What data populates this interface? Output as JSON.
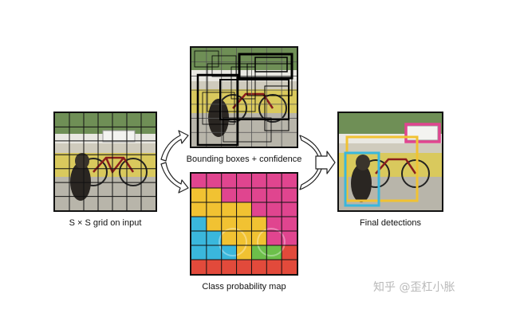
{
  "captions": {
    "grid_input": "S × S grid on input",
    "bounding_boxes": "Bounding boxes + confidence",
    "class_map": "Class probability map",
    "final_detections": "Final detections"
  },
  "watermark": "知乎 @歪杠小胀",
  "grid_size": 7,
  "colors": {
    "magenta": "#e0458f",
    "yellow": "#f1c232",
    "cyan": "#3ab7dc",
    "green": "#6cbf4a",
    "red": "#e24a3b",
    "frame": "#111111"
  },
  "class_map_cells": [
    [
      "magenta",
      "magenta",
      "magenta",
      "magenta",
      "magenta",
      "magenta",
      "magenta"
    ],
    [
      "yellow",
      "yellow",
      "magenta",
      "magenta",
      "magenta",
      "magenta",
      "magenta"
    ],
    [
      "yellow",
      "yellow",
      "yellow",
      "yellow",
      "magenta",
      "magenta",
      "magenta"
    ],
    [
      "cyan",
      "yellow",
      "yellow",
      "yellow",
      "yellow",
      "magenta",
      "magenta"
    ],
    [
      "cyan",
      "cyan",
      "yellow",
      "yellow",
      "yellow",
      "magenta",
      "magenta"
    ],
    [
      "cyan",
      "cyan",
      "cyan",
      "yellow",
      "green",
      "green",
      "red"
    ],
    [
      "red",
      "red",
      "red",
      "red",
      "red",
      "red",
      "red"
    ]
  ],
  "detections": [
    {
      "class": "car",
      "color": "#e0458f"
    },
    {
      "class": "bicycle",
      "color": "#f1c232"
    },
    {
      "class": "dog",
      "color": "#3ab7dc"
    }
  ]
}
